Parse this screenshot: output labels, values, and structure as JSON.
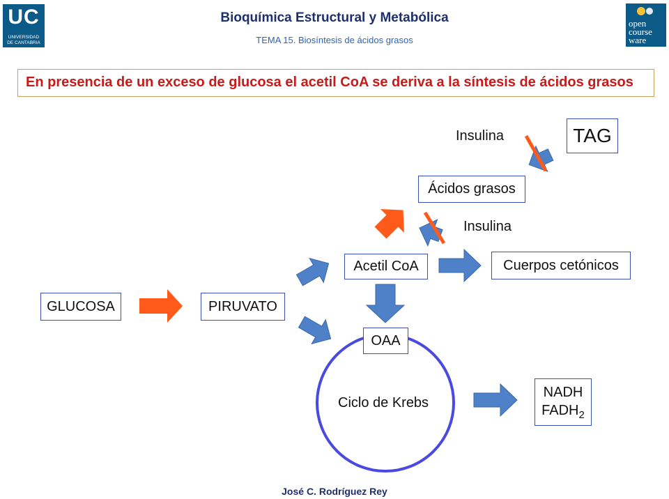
{
  "header": {
    "title": "Bioquímica Estructural y Metabólica",
    "subtitle": "TEMA 15.  Biosíntesis de ácidos grasos"
  },
  "logos": {
    "uc_letters": "UC",
    "uc_line1": "UNIVERSIDAD",
    "uc_line2": "DE CANTABRIA",
    "ocw_line1": "open",
    "ocw_line2": "course",
    "ocw_line3": "ware"
  },
  "banner": {
    "text": "En presencia de un exceso de glucosa el acetil CoA se deriva a la síntesis de ácidos grasos"
  },
  "nodes": {
    "insulina_top": "Insulina",
    "tag": "TAG",
    "acidos_grasos": "Ácidos grasos",
    "insulina_mid": "Insulina",
    "acetil_coa": "Acetil CoA",
    "cuerpos_cetonicos": "Cuerpos cetónicos",
    "glucosa": "GLUCOSA",
    "piruvato": "PIRUVATO",
    "oaa": "OAA",
    "ciclo_krebs": "Ciclo de Krebs",
    "nadh": "NADH",
    "fadh_base": "FADH",
    "fadh_sub": "2"
  },
  "footer": {
    "author": "José C. Rodríguez Rey"
  },
  "colors": {
    "blue_arrow": "#4f81c9",
    "orange_arrow": "#ff5a1a",
    "box_border": "#3a4fb0",
    "krebs_circle": "#4a4ae0",
    "banner_text": "#c71a1a",
    "header_title": "#1d2f6e"
  },
  "icons": [
    "university-logo",
    "opencourseware-logo",
    "arrow-right",
    "arrow-down",
    "inhibition-bar"
  ]
}
